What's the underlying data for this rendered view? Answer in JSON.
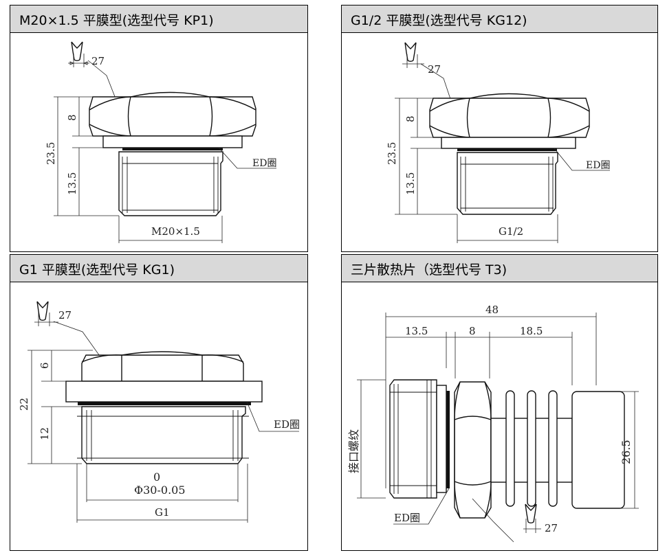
{
  "panels": [
    {
      "title": "M20×1.5 平膜型(选型代号 KP1)",
      "dims": {
        "wrench": "27",
        "hex_h": "8",
        "total": "23.5",
        "thread_h": "13.5",
        "ring": "ED圈",
        "thread": "M20×1.5"
      }
    },
    {
      "title": "G1/2 平膜型(选型代号 KG12)",
      "dims": {
        "wrench": "27",
        "hex_h": "8",
        "total": "23.5",
        "thread_h": "13.5",
        "ring": "ED圈",
        "thread": "G1/2"
      }
    },
    {
      "title": "G1 平膜型(选型代号 KG1)",
      "dims": {
        "wrench": "27",
        "hex_h": "6",
        "total": "22",
        "thread_h": "12",
        "ring": "ED圈",
        "tol_top": "0",
        "dia": "Φ30-0.05",
        "thread": "G1"
      }
    },
    {
      "title": "三片散热片（选型代号 T3)",
      "dims": {
        "total": "48",
        "thread_len": "13.5",
        "hex_len": "8",
        "fin_len": "18.5",
        "thread": "接口螺纹",
        "dia": "26.5",
        "ring": "ED圈",
        "wrench": "27"
      }
    }
  ],
  "colors": {
    "header_bg": "#d9d9d9",
    "line": "#111111"
  }
}
